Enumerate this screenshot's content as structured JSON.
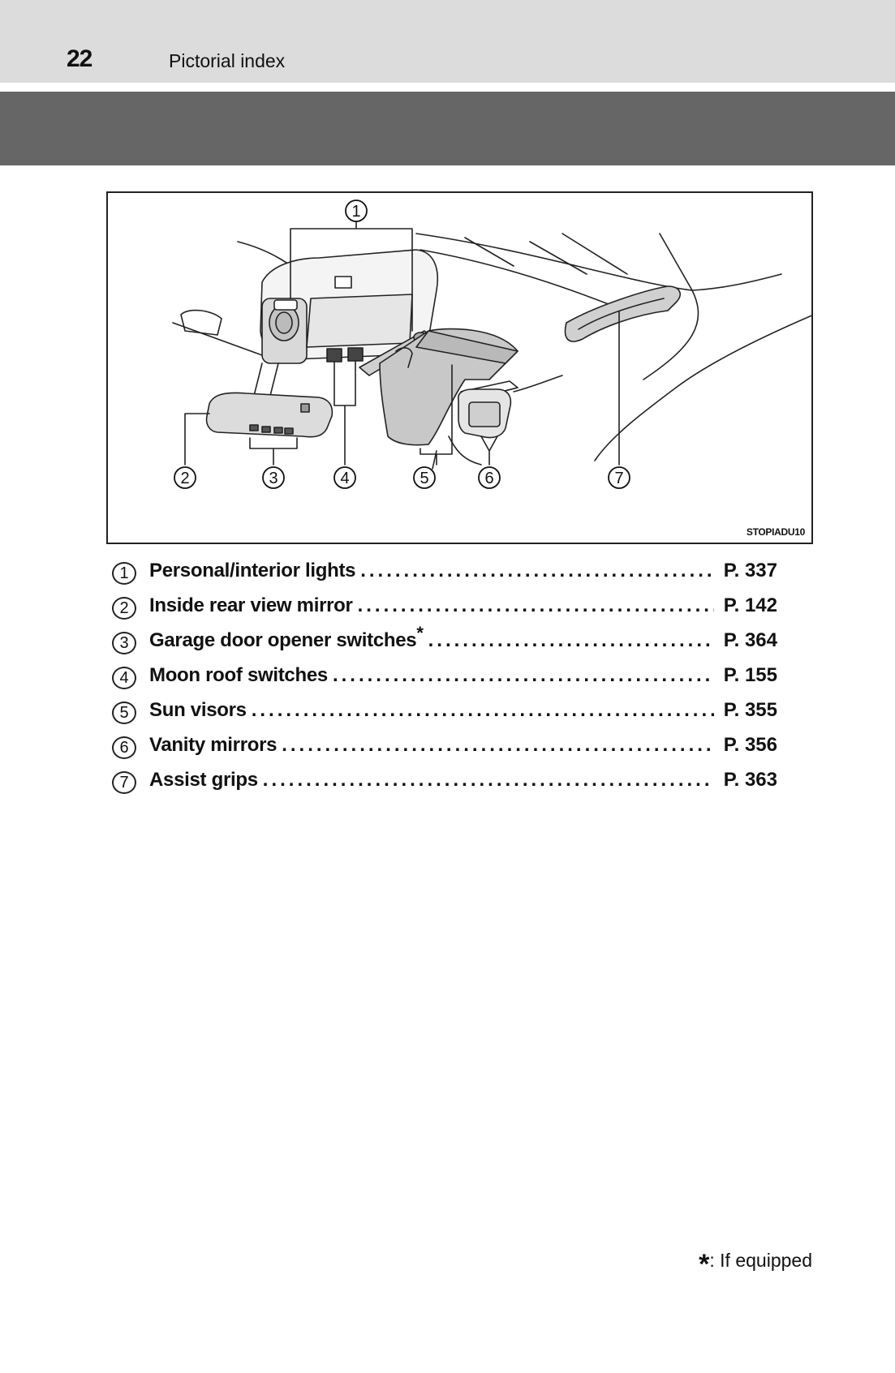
{
  "header": {
    "page_number": "22",
    "section_title": "Pictorial index"
  },
  "figure": {
    "code": "STOPIADU10",
    "callouts": [
      "1",
      "2",
      "3",
      "4",
      "5",
      "6",
      "7"
    ]
  },
  "items": [
    {
      "num": "1",
      "label": "Personal/interior lights",
      "asterisk": "",
      "page": "P. 337"
    },
    {
      "num": "2",
      "label": "Inside rear view mirror",
      "asterisk": "",
      "page": "P. 142"
    },
    {
      "num": "3",
      "label": "Garage door opener switches",
      "asterisk": "*",
      "page": "P. 364"
    },
    {
      "num": "4",
      "label": "Moon roof switches",
      "asterisk": "",
      "page": "P. 155"
    },
    {
      "num": "5",
      "label": "Sun visors",
      "asterisk": "",
      "page": "P. 355"
    },
    {
      "num": "6",
      "label": "Vanity mirrors",
      "asterisk": "",
      "page": "P. 356"
    },
    {
      "num": "7",
      "label": "Assist grips",
      "asterisk": "",
      "page": "P. 363"
    }
  ],
  "footnote": {
    "symbol": "*",
    "text": ": If equipped"
  }
}
